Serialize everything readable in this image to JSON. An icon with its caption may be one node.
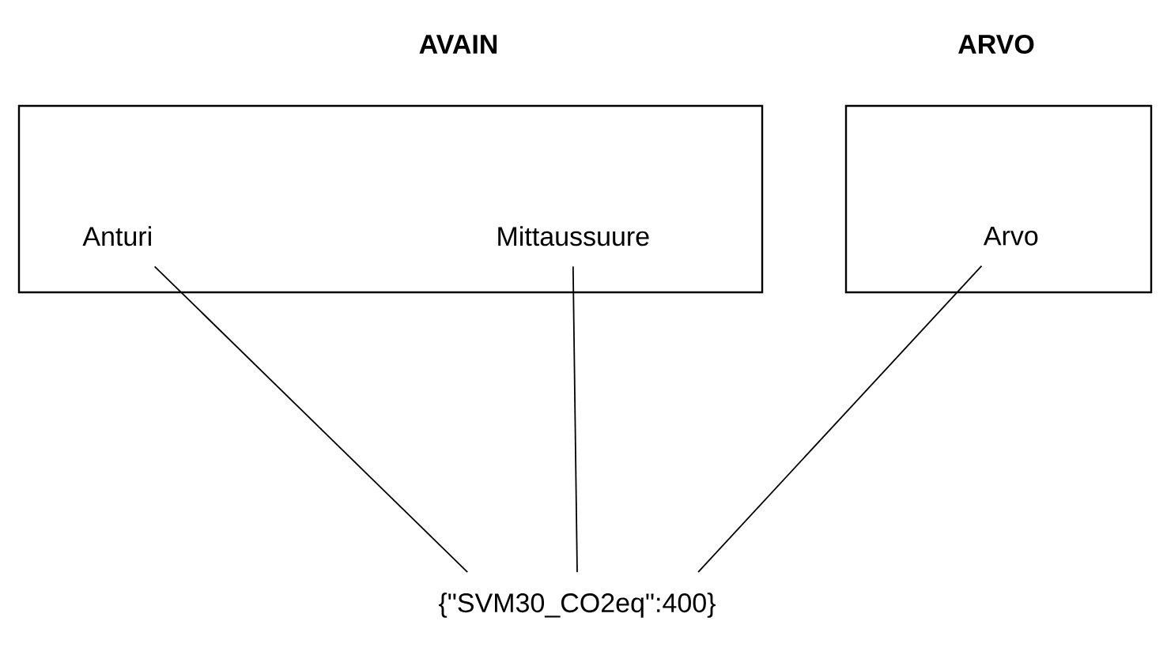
{
  "diagram": {
    "nodes": [
      {
        "text": [
          "AVAIN"
        ]
      },
      {
        "text": [
          "Anturi"
        ],
        "in": 0
      },
      {
        "text": [
          "Mittaussuure"
        ],
        "in": 0
      },
      {
        "text": [
          "ARVO"
        ]
      },
      {
        "text": [
          "Arvo"
        ],
        "in": 3
      },
      {
        "text": [
          "{\"SVM30_CO2eq\":400}"
        ]
      }
    ],
    "edges": [
      {
        "from": 1,
        "to": 5,
        "arrow": "none"
      },
      {
        "from": 2,
        "to": 5,
        "arrow": "none"
      },
      {
        "from": 4,
        "to": 5,
        "arrow": "none"
      }
    ]
  }
}
